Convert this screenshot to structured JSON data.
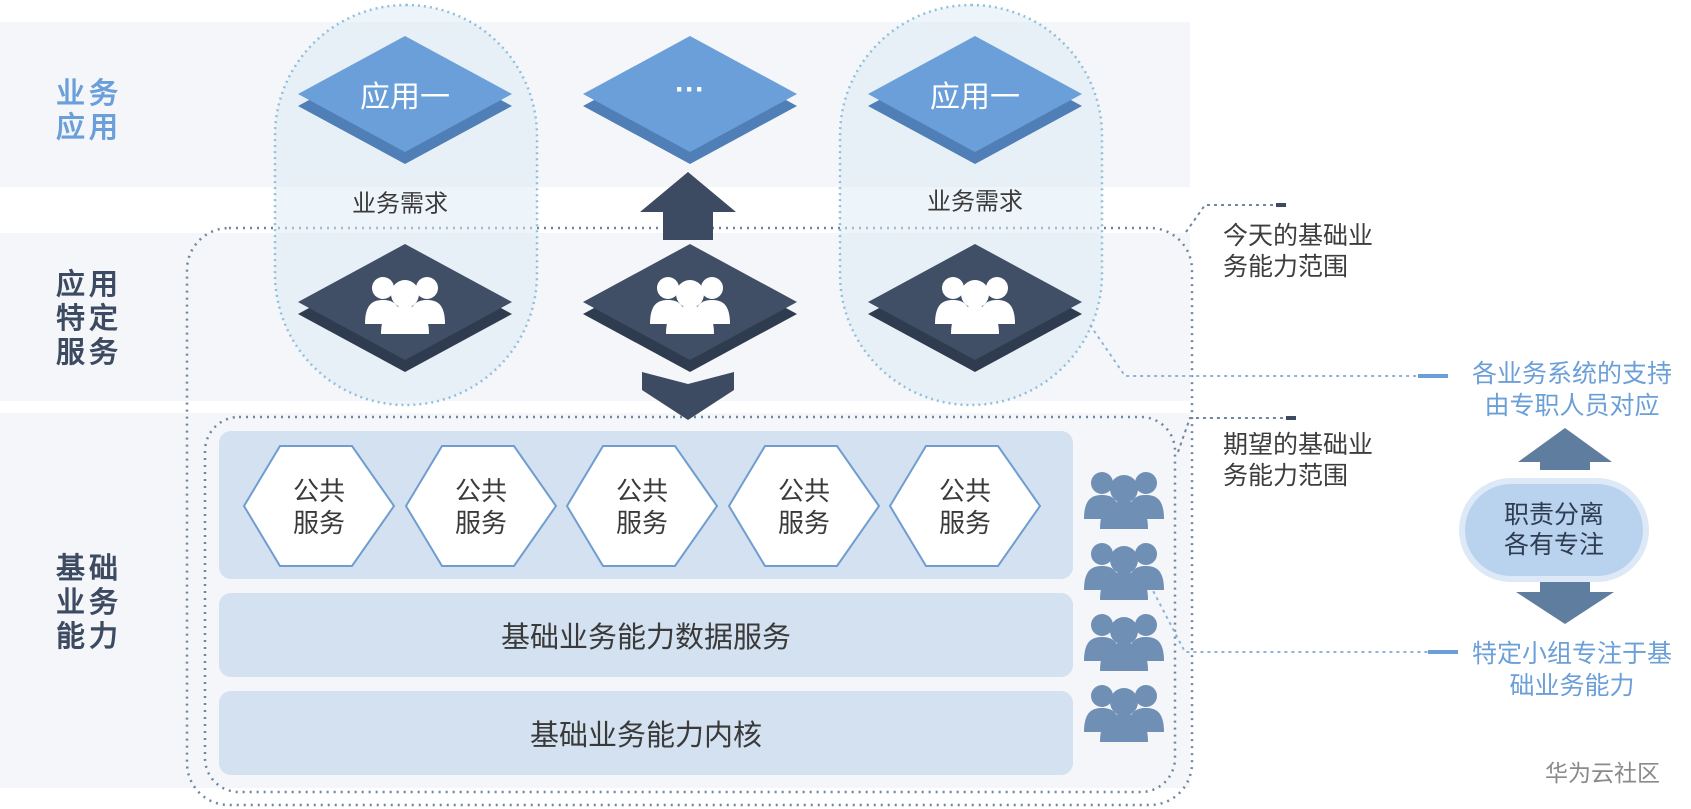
{
  "layers": {
    "business_apps": "业务\n应用",
    "app_services": "应用\n特定\n服务",
    "foundation": "基础\n业务\n能力"
  },
  "apps": [
    {
      "label": "应用一",
      "demand": "业务需求"
    },
    {
      "label": "···",
      "demand": ""
    },
    {
      "label": "应用一",
      "demand": "业务需求"
    }
  ],
  "public_service_label": "公共\n服务",
  "public_services_count": 5,
  "data_service_label": "基础业务能力数据服务",
  "kernel_label": "基础业务能力内核",
  "annotations": {
    "today_scope": "今天的基础业\n务能力范围",
    "expected_scope": "期望的基础业\n务能力范围",
    "dedicated_support": "各业务系统的支持\n由专职人员对应",
    "separation": "职责分离\n各有专注",
    "team_focus": "特定小组专注于基\n础业务能力"
  },
  "watermark": "华为云社区",
  "colors": {
    "app_tile": "#6a9fd9",
    "service_tile": "#414f66",
    "panel": "#d3e1f0",
    "label_blue": "#6a9fd9",
    "label_dark": "#3d4b62",
    "arrow": "#3d4b62",
    "right_arrow": "#5f7e9f"
  }
}
